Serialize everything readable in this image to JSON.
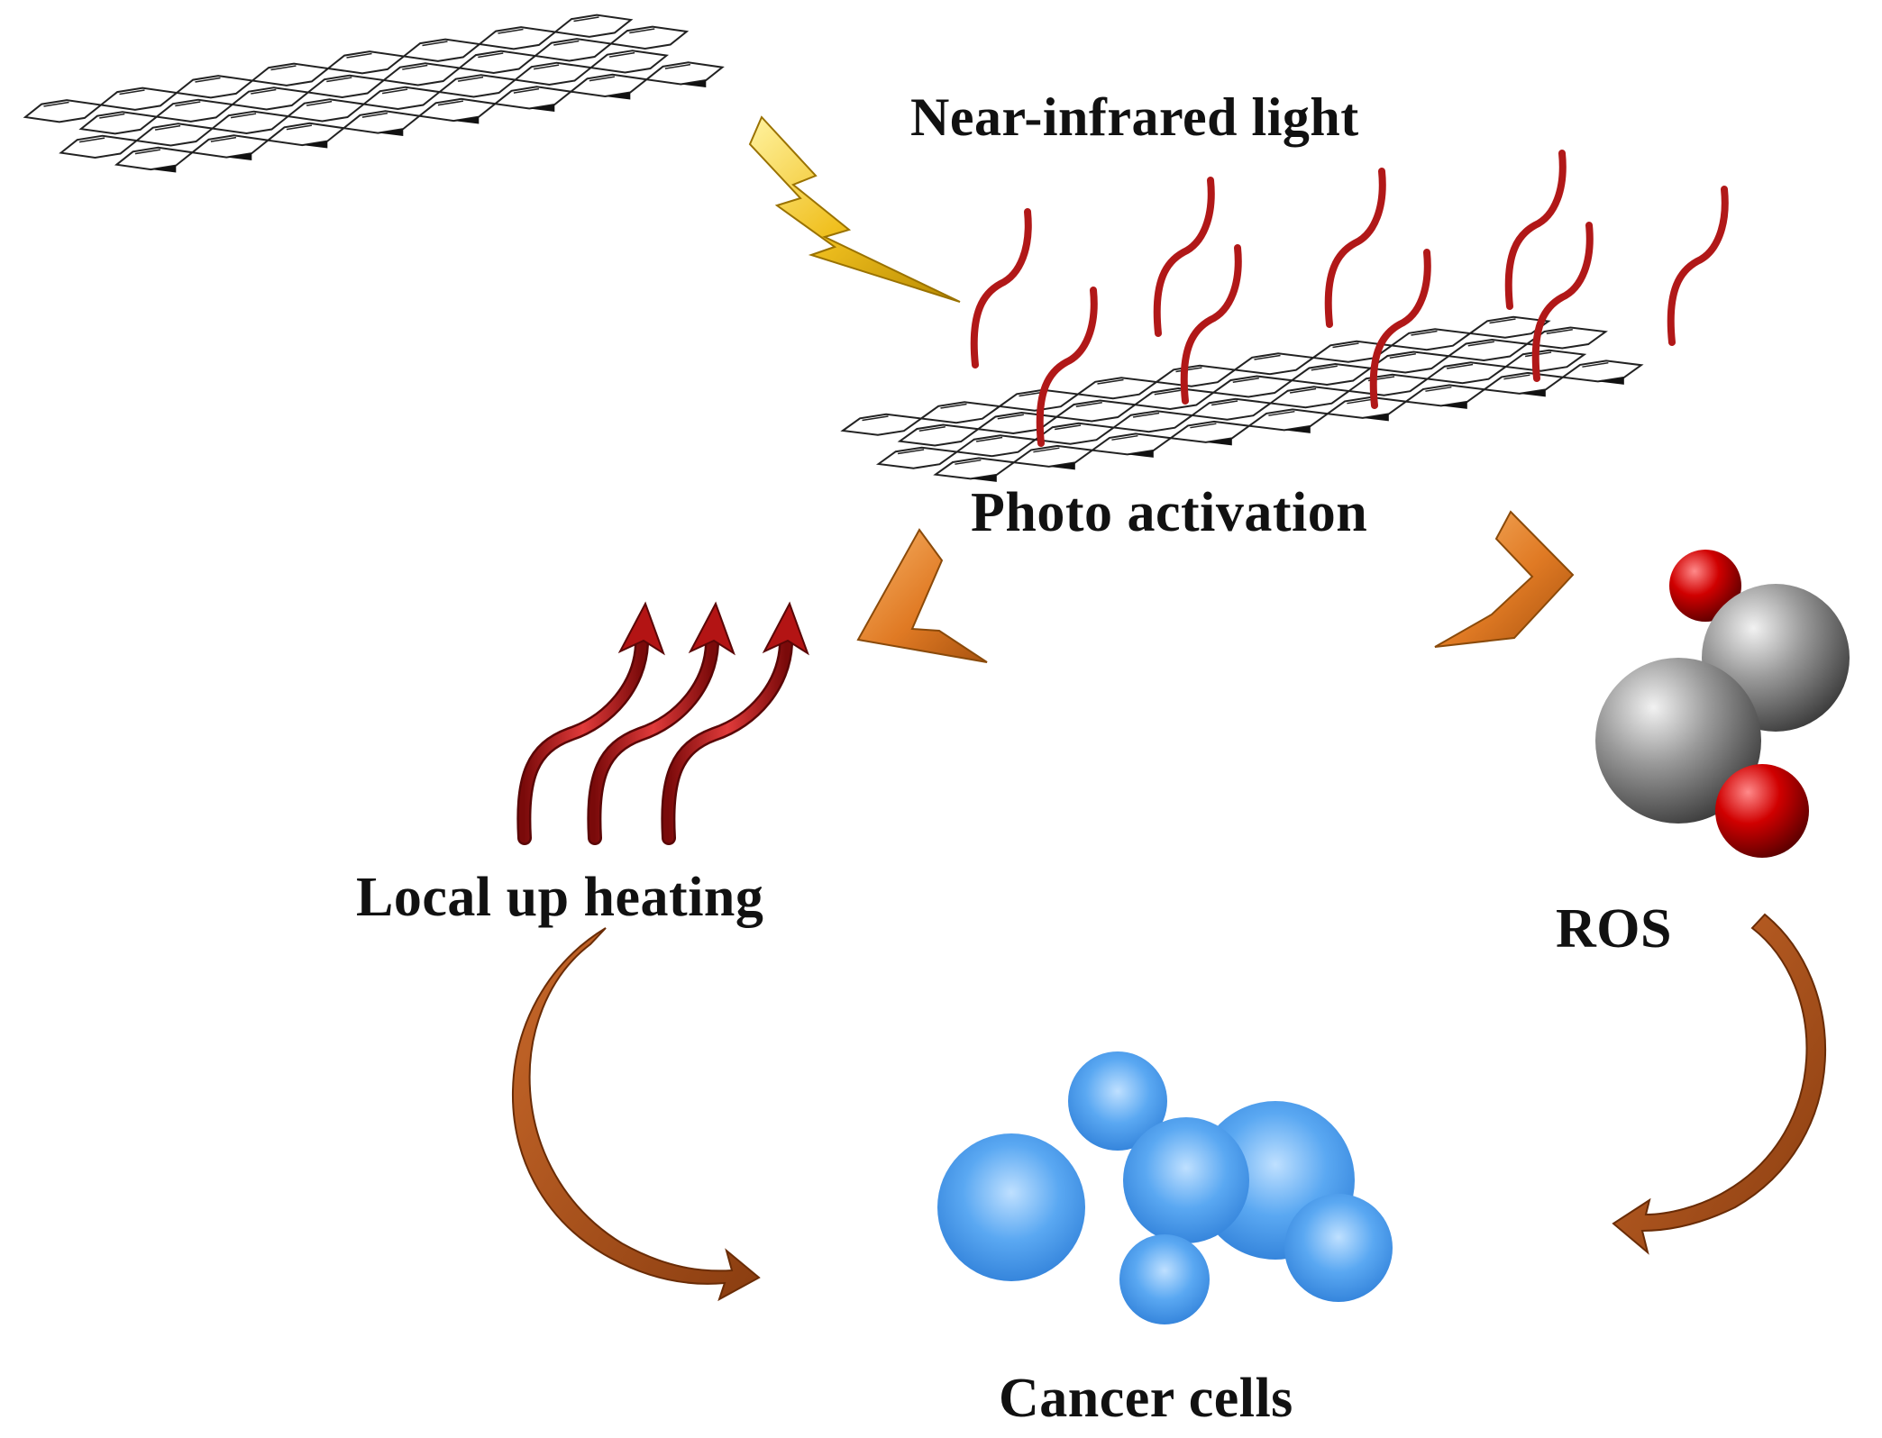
{
  "diagram": {
    "labels": {
      "near_infrared_light": "Near-infrared light",
      "photo_activation": "Photo activation",
      "local_up_heating": "Local up heating",
      "ros": "ROS",
      "cancer_cells": "Cancer cells"
    },
    "colors": {
      "graphene_outline": "#222222",
      "polymer_chain": "#b11818",
      "lightning_bolt": "#e8b818",
      "chevron_orange": "#e0802a",
      "heat_arrow_red": "#b31414",
      "curved_arrow_brown": "#a8501a",
      "carbon_atom_grey": "#8a8a8a",
      "oxygen_atom_red": "#c00000",
      "cancer_cell_blue": "#4f9ff0"
    },
    "icons": [
      "graphene-sheet-icon",
      "functionalized-graphene-icon",
      "lightning-bolt-icon",
      "chevron-arrow-icon",
      "heat-wave-arrow-icon",
      "curved-arrow-icon",
      "ros-molecule-icon",
      "cancer-cells-icon"
    ]
  }
}
